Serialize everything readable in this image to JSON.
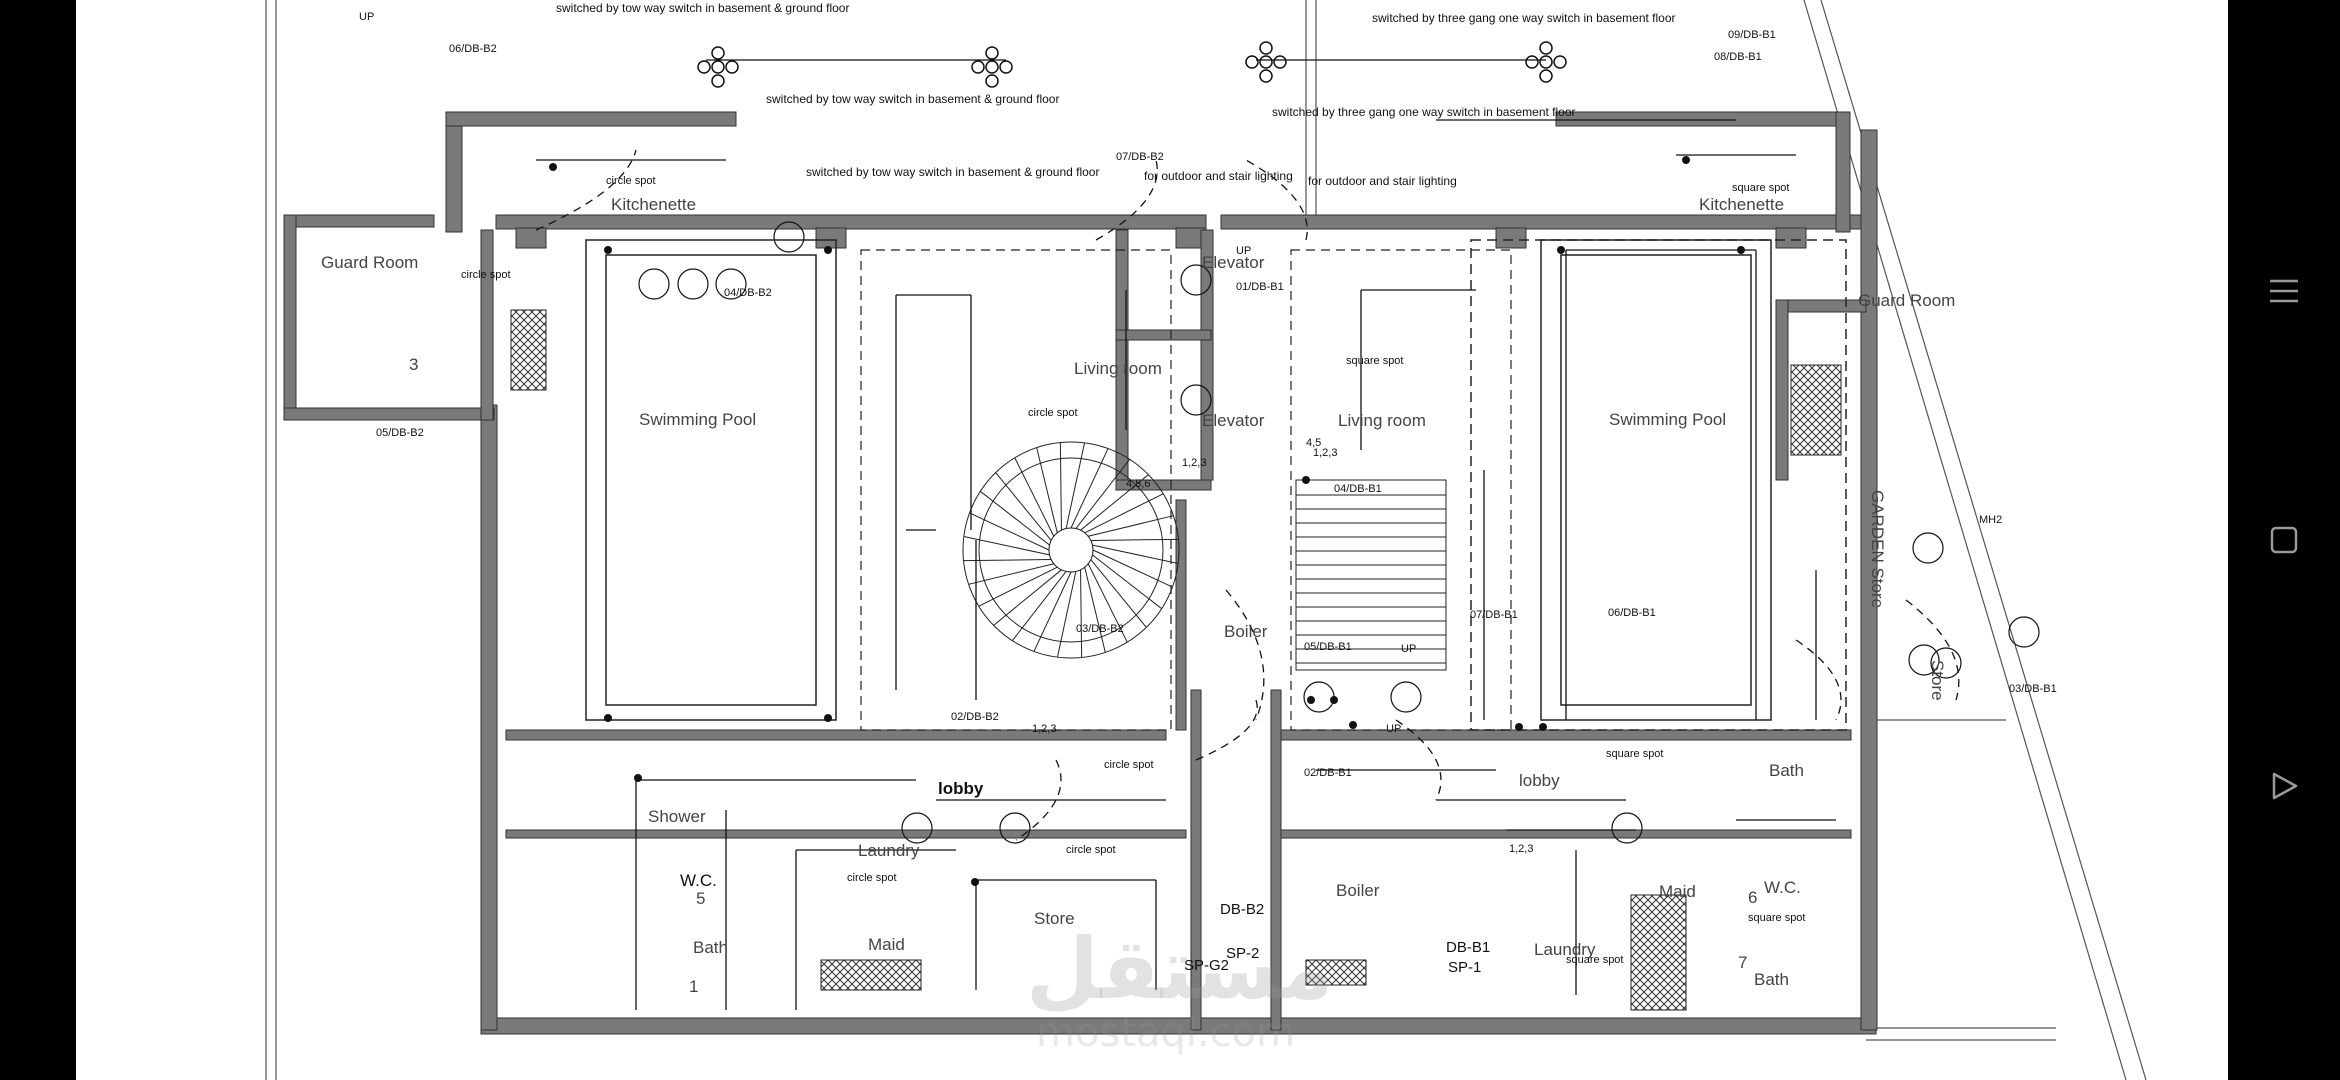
{
  "plan": {
    "rooms": {
      "swimming_pool_left": "Swimming Pool",
      "swimming_pool_right": "Swimming Pool",
      "guard_room_left": "Guard Room",
      "guard_room_right": "Guard Room",
      "kitchenette_left": "Kitchenette",
      "kitchenette_right": "Kitchenette",
      "living_room_left": "Living room",
      "living_room_right": "Living room",
      "elevator_top": "Elevator",
      "elevator_bottom": "Elevator",
      "boiler_center": "Boiler",
      "boiler_right": "Boiler",
      "lobby_left": "lobby",
      "lobby_right": "lobby",
      "shower": "Shower",
      "wc_left": "W.C.",
      "wc_right": "W.C.",
      "bath_left": "Bath",
      "bath_right_top": "Bath",
      "bath_right_bottom": "Bath",
      "laundry_left": "Laundry",
      "laundry_right": "Laundry",
      "maid_left": "Maid",
      "maid_right": "Maid",
      "store_center": "Store",
      "garden_store": "GARDEN Store",
      "store_right": "Store"
    },
    "notes": {
      "switch_tow_way_1": "switched by tow way switch in basement & ground floor",
      "switch_tow_way_2": "switched by tow way switch in basement & ground floor",
      "switch_tow_way_3": "switched by tow way switch in basement & ground floor",
      "switch_three_gang_1": "switched by three gang one way switch in basement floor",
      "switch_three_gang_2": "switched by three gang one way switch in basement floor",
      "outdoor_stair_1": "for outdoor and stair lighting",
      "outdoor_stair_2": "for outdoor and stair lighting",
      "circle_spot": "circle spot",
      "square_spot": "square spot"
    },
    "circuits": {
      "db_06_b2": "06/DB-B2",
      "db_05_b2": "05/DB-B2",
      "db_04_b2": "04/DB-B2",
      "db_07_b2": "07/DB-B2",
      "db_03_b2": "03/DB-B2",
      "db_02_b2": "02/DB-B2",
      "db_01_b1": "01/DB-B1",
      "db_02_b1": "02/DB-B1",
      "db_03_b1": "03/DB-B1",
      "db_04_b1": "04/DB-B1",
      "db_05_b1": "05/DB-B1",
      "db_06_b1": "06/DB-B1",
      "db_07_b1": "07/DB-B1",
      "db_08_b1": "08/DB-B1",
      "db_09_b1": "09/DB-B1",
      "db_b2": "DB-B2",
      "db_b1": "DB-B1",
      "sp_g2": "SP-G2",
      "sp_2": "SP-2",
      "sp_1": "SP-1",
      "mh2": "MH2",
      "up": "UP",
      "c123": "1,2,3",
      "c456": "4,5,6",
      "c45": "4,5"
    },
    "room_numbers": {
      "n1": "1",
      "n3": "3",
      "n5": "5",
      "n6": "6",
      "n7": "7"
    }
  },
  "watermark": {
    "main": "مستقل",
    "sub": "mostaql.com"
  },
  "nav": {
    "menu_icon": "menu-lines-icon",
    "recent_icon": "square-icon",
    "back_icon": "triangle-back-icon"
  }
}
